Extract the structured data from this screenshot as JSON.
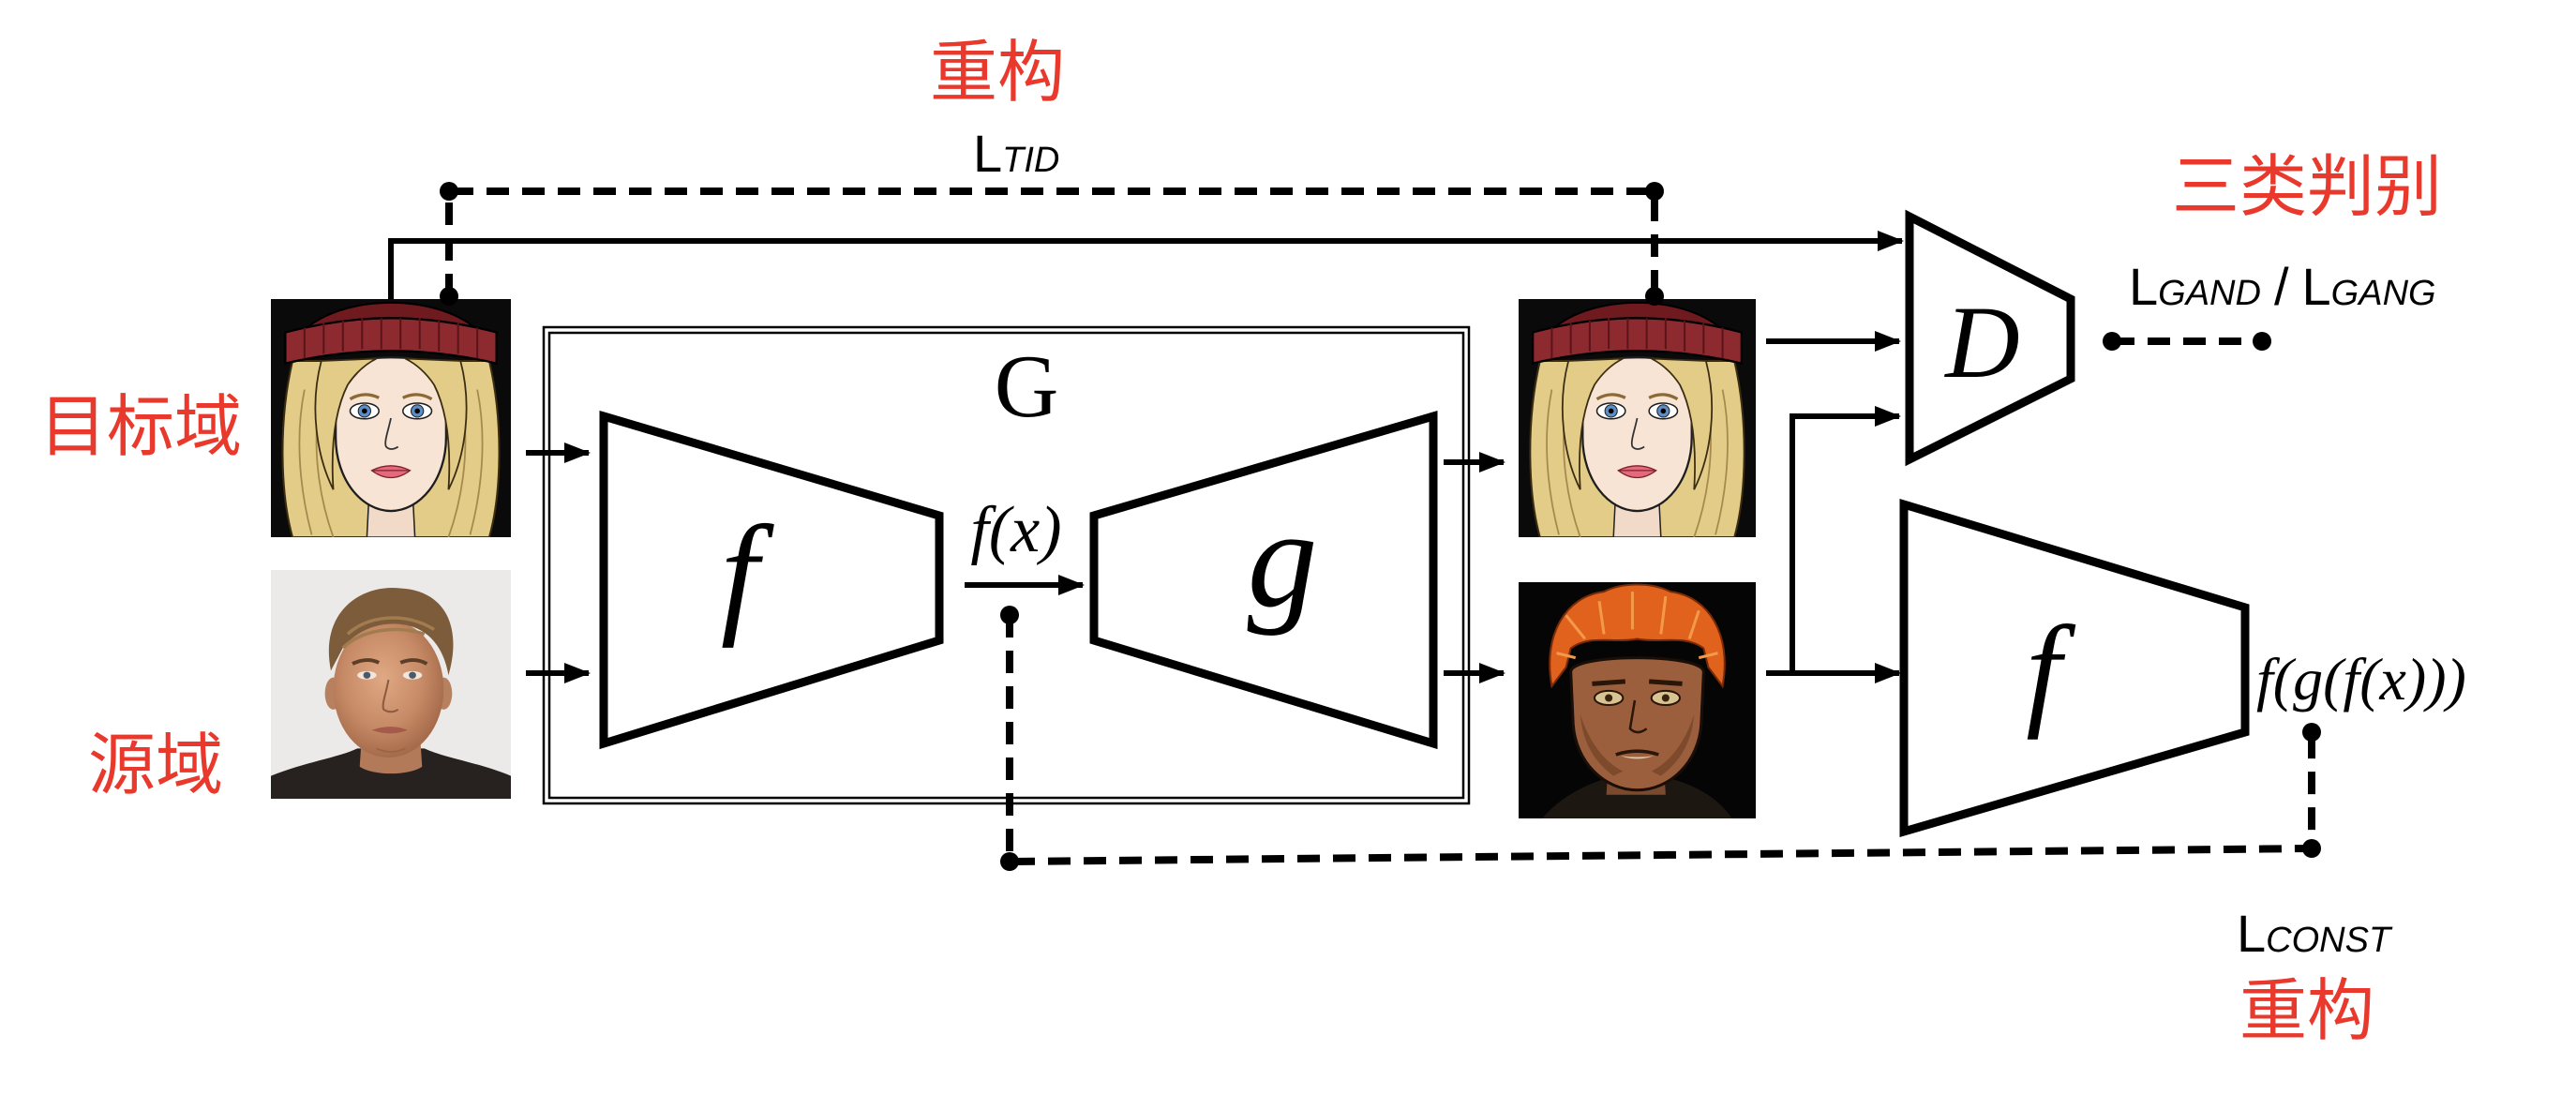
{
  "diagram": {
    "reconstruction_top": "重构",
    "tid_loss": {
      "symbol": "L",
      "subscript": "TID"
    },
    "target_domain_label": "目标域",
    "source_domain_label": "源域",
    "generator_label": "G",
    "encoder_label": "f",
    "encoded_label": "f(x)",
    "decoder_label": "g",
    "discriminator_label": "D",
    "discriminator_task_label": "三类判别",
    "gan_losses": {
      "d_symbol": "L",
      "d_subscript": "GAND",
      "separator": "/",
      "g_symbol": "L",
      "g_subscript": "GANG"
    },
    "second_encoder_label": "f",
    "reencoded_label": "f(g(f(x)))",
    "const_loss": {
      "symbol": "L",
      "subscript": "CONST"
    },
    "reconstruction_bottom": "重构"
  },
  "colors": {
    "annotation": "#e8392c",
    "stroke": "#000000",
    "background": "#ffffff"
  }
}
